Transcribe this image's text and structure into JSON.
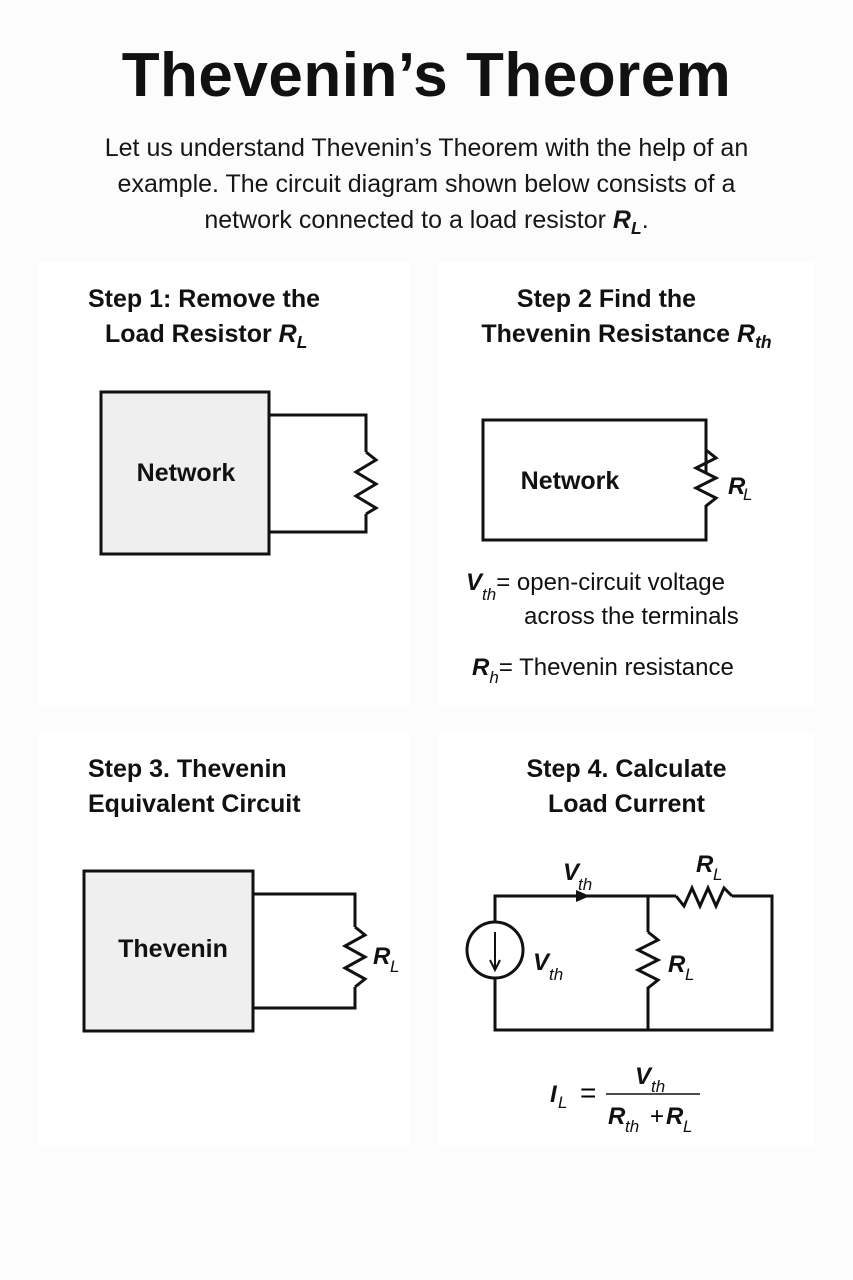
{
  "title": "Thevenin’s Theorem",
  "intro": {
    "line1": "Let us understand Thevenin’s Theorem with the help of an",
    "line2": "example. The circuit diagram shown below consists of a",
    "line3": "network connected to a load resistor ",
    "symbol": "R",
    "symbol_sub": "L",
    "end": "."
  },
  "steps": [
    {
      "title_line1": "Step 1: Remove the",
      "title_line2": "Load Resistor ",
      "symbol": "R",
      "symbol_sub": "L",
      "box_label": "Network"
    },
    {
      "title_line1": "Step 2  Find the",
      "title_line2": "Thevenin Resistance ",
      "symbol": "R",
      "symbol_sub": "th",
      "box_label": "Network",
      "resistor_label": "R",
      "resistor_sub": "L",
      "definitions": [
        {
          "symbol": "V",
          "sub": "th",
          "text_line1": "= open-circuit voltage",
          "text_line2": "across the terminals"
        },
        {
          "symbol": "R",
          "sub": "h",
          "text_line1": "= Thevenin resistance"
        }
      ]
    },
    {
      "title_line1": "Step 3. Thevenin",
      "title_line2": "Equivalent Circuit",
      "box_label": "Thevenin",
      "resistor_label": "R",
      "resistor_sub": "L"
    },
    {
      "title_line1": "Step 4. Calculate",
      "title_line2": "Load Current",
      "top_wire_label": "V",
      "top_wire_sub": "th",
      "series_resistor_label": "R",
      "series_resistor_sub": "L",
      "shunt_resistor_label": "R",
      "shunt_resistor_sub": "L",
      "source_label": "V",
      "source_sub": "th",
      "formula": {
        "lhs": "I",
        "lhs_sub": "L",
        "equals": "=",
        "numerator": "V",
        "numerator_sub": "th",
        "den_a": "R",
        "den_a_sub": "th",
        "plus": "+",
        "den_b": "R",
        "den_b_sub": "L"
      }
    }
  ]
}
